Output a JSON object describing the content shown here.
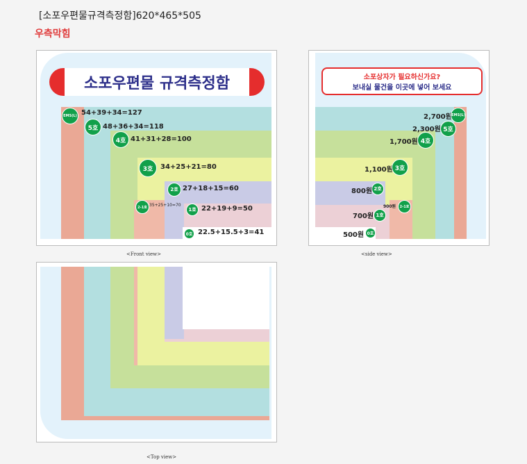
{
  "title": "[소포우편물규격측정함]620*465*505",
  "subtitle": "우측막힘",
  "front": {
    "banner": "소포우편물 규격측정함",
    "caption": "<Front view>",
    "sizes": [
      {
        "badge": "EMS(L)",
        "formula": "54+39+34=127"
      },
      {
        "badge": "5호",
        "formula": "48+36+34=118"
      },
      {
        "badge": "4호",
        "formula": "41+31+28=100"
      },
      {
        "badge": "3호",
        "formula": "34+25+21=80"
      },
      {
        "badge": "2호",
        "formula": "27+18+15=60"
      },
      {
        "badge": "2-1호",
        "formula": "35+25+10=70"
      },
      {
        "badge": "1호",
        "formula": "22+19+9=50"
      },
      {
        "badge": "0호",
        "formula": "22.5+15.5+3=41"
      }
    ]
  },
  "side": {
    "banner_line1": "소포상자가 필요하신가요?",
    "banner_line2": "보내실 물건을 이곳에 넣어 보세요",
    "caption": "<side view>",
    "prices": [
      {
        "badge": "EMS(L)",
        "price": "2,700원"
      },
      {
        "badge": "5호",
        "price": "2,300원"
      },
      {
        "badge": "4호",
        "price": "1,700원"
      },
      {
        "badge": "3호",
        "price": "1,100원"
      },
      {
        "badge": "2호",
        "price": "800원"
      },
      {
        "badge": "2-1호",
        "price": "900원"
      },
      {
        "badge": "1호",
        "price": "700원"
      },
      {
        "badge": "0호",
        "price": "500원"
      }
    ]
  },
  "top": {
    "caption": "<Top view>"
  },
  "colors": {
    "ems": "#eaa895",
    "s5": "#b3dfe0",
    "s4": "#c6e09b",
    "s3": "#ebf2a0",
    "s2": "#c9cbe6",
    "s21": "#f0b9a8",
    "s1": "#ecd0d6",
    "badge": "#11a04a"
  }
}
